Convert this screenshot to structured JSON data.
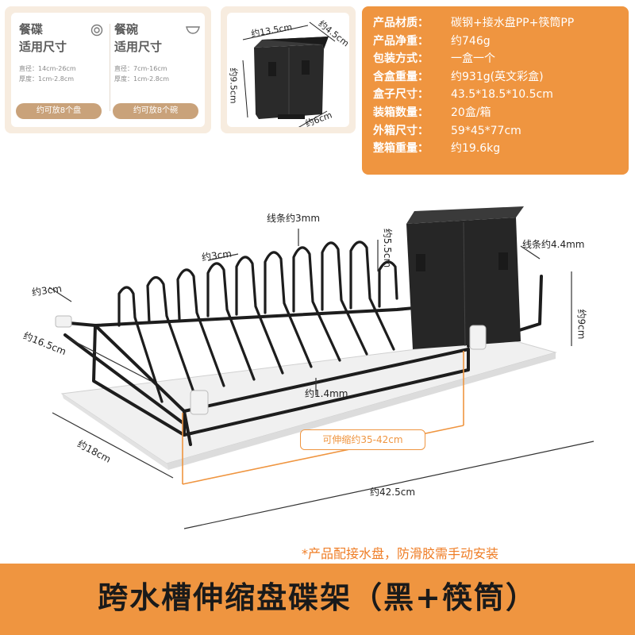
{
  "plate_card": {
    "title_line1": "餐碟",
    "title_line2": "适用尺寸",
    "diameter": "直径：14cm-26cm",
    "thickness": "厚度：1cm-2.8cm",
    "capacity": "约可放8个盘",
    "icon": "plate-icon"
  },
  "bowl_card": {
    "title_line1": "餐碗",
    "title_line2": "适用尺寸",
    "diameter": "直径：7cm-16cm",
    "thickness": "厚度：1cm-2.8cm",
    "capacity": "约可放8个碗",
    "icon": "bowl-icon"
  },
  "holder_dims": {
    "width": "约13.5cm",
    "depth": "约4.5cm",
    "height": "约9.5cm",
    "base": "约6cm"
  },
  "specs": [
    {
      "label": "产品材质：",
      "value": "碳钢+接水盘PP+筷筒PP"
    },
    {
      "label": "产品净重：",
      "value": "约746g"
    },
    {
      "label": "包装方式：",
      "value": "一盒一个"
    },
    {
      "label": "含盒重量：",
      "value": "约931g(英文彩盒)"
    },
    {
      "label": "盒子尺寸：",
      "value": "43.5*18.5*10.5cm"
    },
    {
      "label": "装箱数量：",
      "value": "20盒/箱"
    },
    {
      "label": "外箱尺寸：",
      "value": "59*45*77cm"
    },
    {
      "label": "整箱重量：",
      "value": "约19.6kg"
    }
  ],
  "rack_dims": {
    "wire": "线条约3mm",
    "wire_thick": "线条约4.4mm",
    "gap": "约3cm",
    "slot": "约5.5cm",
    "end_gap": "约3cm",
    "width": "约16.5cm",
    "height": "约9cm",
    "base_wire": "约1.4mm",
    "tray_width": "约18cm",
    "telescopic": "可伸缩约35-42cm",
    "length": "约42.5cm"
  },
  "note": "*产品配接水盘，防滑胶需手动安装",
  "footer_title": "跨水槽伸缩盘碟架（黑+筷筒）",
  "colors": {
    "accent": "#ef9540",
    "card_bg": "#f7ecdf",
    "pill": "#c9a27a",
    "rack": "#1d1d1d"
  }
}
